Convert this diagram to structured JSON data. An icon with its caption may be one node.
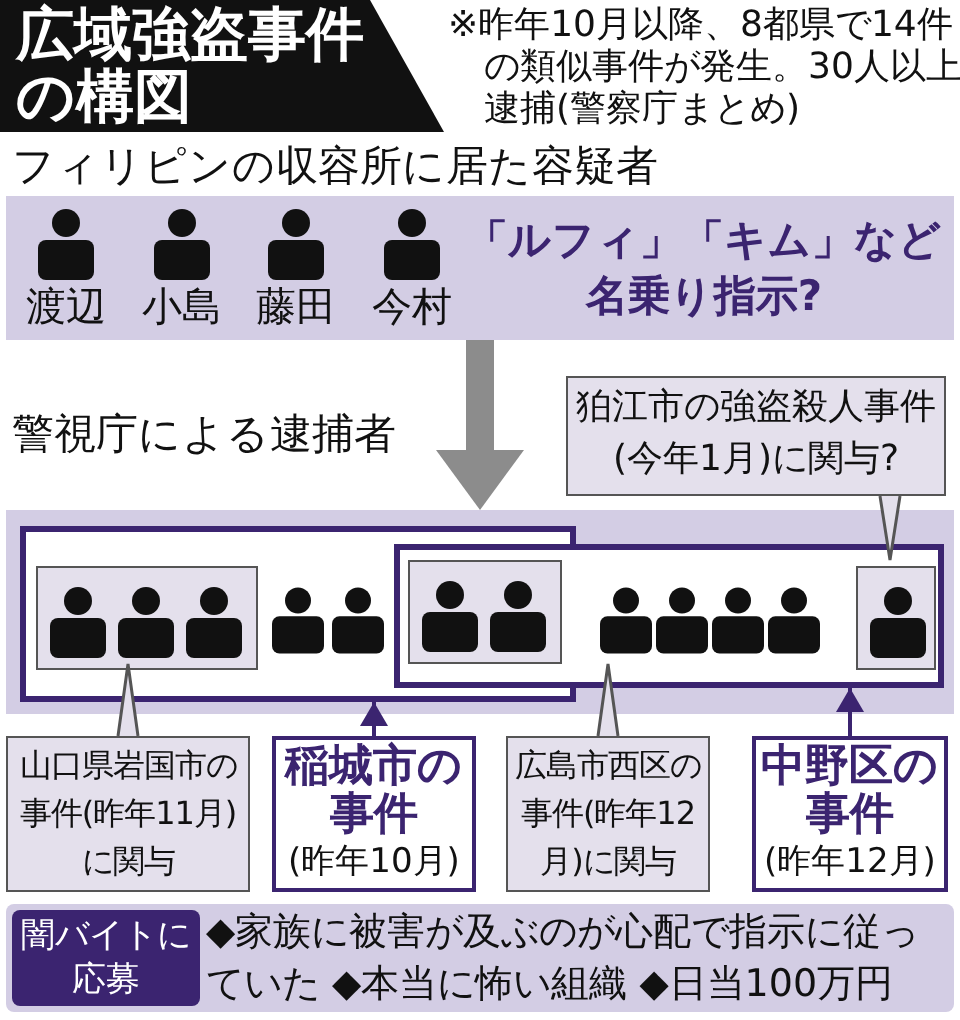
{
  "diagram": {
    "nodes": [
      {
        "text": [
          "広域強盗事件の構図"
        ]
      },
      {
        "text": [
          "フィリピンの収容所に居た容疑者",
          "「ルフィ」「キム」など名乗り指示?"
        ]
      },
      {
        "text": [
          "渡辺"
        ],
        "in": 1
      },
      {
        "text": [
          "小島"
        ],
        "in": 1
      },
      {
        "text": [
          "藤田"
        ],
        "in": 1
      },
      {
        "text": [
          "今村"
        ],
        "in": 1
      },
      {
        "text": [
          "警視庁による逮捕者"
        ]
      },
      {
        "text": [],
        "shape": "box",
        "in": 6
      },
      {
        "text": [],
        "shape": "box",
        "in": 6
      },
      {
        "text": [],
        "shape": "box",
        "in": 7
      },
      {
        "text": [],
        "shape": "person",
        "in": 9
      },
      {
        "text": [],
        "shape": "person",
        "in": 9
      },
      {
        "text": [],
        "shape": "person",
        "in": 9
      },
      {
        "text": [],
        "shape": "person",
        "in": 7
      },
      {
        "text": [],
        "shape": "person",
        "in": 7
      },
      {
        "text": [],
        "shape": "box"
      },
      {
        "text": [],
        "shape": "person",
        "in": 15
      },
      {
        "text": [],
        "shape": "person",
        "in": 15
      },
      {
        "text": [],
        "shape": "person",
        "in": 8
      },
      {
        "text": [],
        "shape": "person",
        "in": 8
      },
      {
        "text": [],
        "shape": "person",
        "in": 8
      },
      {
        "text": [],
        "shape": "person",
        "in": 8
      },
      {
        "text": [],
        "shape": "box",
        "in": 8
      },
      {
        "text": [],
        "shape": "person",
        "in": 22
      },
      {
        "text": [
          "狛江市の強盗殺人事件(今年1月)に関与?"
        ]
      },
      {
        "text": [
          "山口県岩国市の事件(昨年11月)に関与"
        ]
      },
      {
        "text": [
          "稲城市の事件",
          "(昨年10月)"
        ]
      },
      {
        "text": [
          "広島市西区の事件(昨年12月)に関与"
        ]
      },
      {
        "text": [
          "中野区の事件",
          "(昨年12月)"
        ]
      },
      {
        "text": [
          "◆家族に被害が及ぶのが心配で指示に従っていた ◆本当に怖い組織 ◆日当100万円"
        ]
      },
      {
        "text": [
          "闇バイトに応募"
        ],
        "in": 29
      }
    ],
    "edges": [
      {
        "from": 1,
        "to": 6,
        "arrow": "to",
        "style": "thick",
        "color": "#8c8c8c"
      },
      {
        "from": 24,
        "to": 22,
        "arrow": "none"
      },
      {
        "from": 25,
        "to": 9,
        "arrow": "none"
      },
      {
        "from": 26,
        "to": 7,
        "arrow": "to",
        "color": "#3b2470"
      },
      {
        "from": 27,
        "to": 15,
        "arrow": "none"
      },
      {
        "from": 28,
        "to": 8,
        "arrow": "to",
        "color": "#3b2470"
      }
    ],
    "labels": [
      "※昨年10月以降、8都県で14件の類似事件が発生。30人以上逮捕(警察庁まとめ)"
    ]
  }
}
